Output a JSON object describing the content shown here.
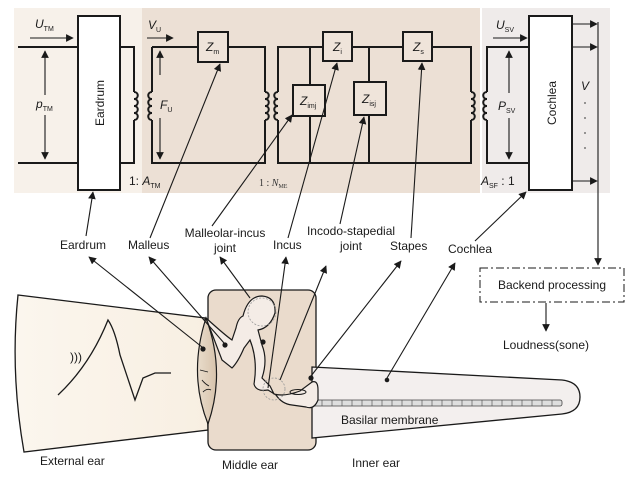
{
  "circuit": {
    "eardrum_section": {
      "block_label": "Eardrum",
      "velocity": {
        "sym": "U",
        "sub": "TM"
      },
      "pressure": {
        "sym": "p",
        "sub": "TM"
      },
      "ratio": {
        "prefix": "1: ",
        "sym": "A",
        "sub": "TM"
      }
    },
    "middle_ear_section": {
      "velocity": {
        "sym": "V",
        "sub": "U"
      },
      "force": {
        "sym": "F",
        "sub": "U"
      },
      "ratio": {
        "prefix": "1 : ",
        "sym": "N",
        "sub": "ME"
      },
      "impedances": [
        {
          "sym": "Z",
          "sub": "m"
        },
        {
          "sym": "Z",
          "sub": "i"
        },
        {
          "sym": "Z",
          "sub": "s"
        },
        {
          "sym": "Z",
          "sub": "imj"
        },
        {
          "sym": "Z",
          "sub": "isj"
        }
      ]
    },
    "cochlea_section": {
      "block_label": "Cochlea",
      "velocity": {
        "sym": "U",
        "sub": "SV"
      },
      "pressure": {
        "sym": "P",
        "sub": "SV"
      },
      "ratio": {
        "sym": "A",
        "sub": "SF",
        "suffix": " : 1"
      },
      "output_label": "V"
    }
  },
  "component_labels": {
    "eardrum": "Eardrum",
    "malleus": "Malleus",
    "malleolar_incus_joint": [
      "Malleolar-incus",
      "joint"
    ],
    "incus": "Incus",
    "incodo_stapedial_joint": [
      "Incodo-stapedial",
      "joint"
    ],
    "stapes": "Stapes",
    "cochlea": "Cochlea"
  },
  "backend": {
    "box_label": "Backend processing",
    "output_label": "Loudness(sone)"
  },
  "anatomy": {
    "external_ear": "External ear",
    "middle_ear": "Middle ear",
    "inner_ear": "Inner ear",
    "basilar_membrane": "Basilar membrane",
    "sound_icon": ")))"
  }
}
